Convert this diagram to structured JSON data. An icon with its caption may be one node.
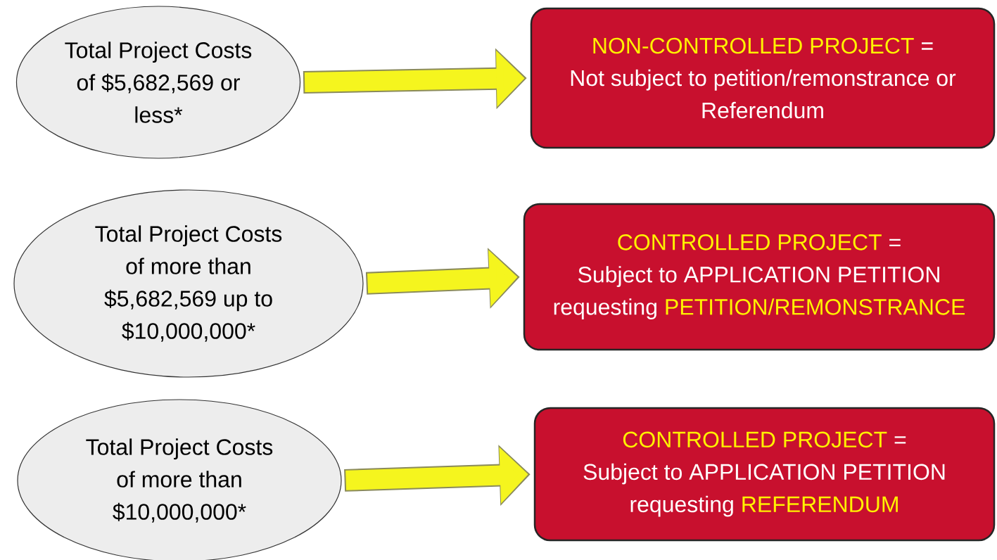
{
  "diagram": {
    "nodes": [
      {
        "text": [
          "Total Project Costs of $5,682,569 or less*"
        ]
      },
      {
        "text": [
          "Total Project Costs of more than $5,682,569 up to $10,000,000*"
        ]
      },
      {
        "text": [
          "Total Project Costs of more than $10,000,000*"
        ]
      },
      {
        "text": [
          "NON-CONTROLLED PROJECT",
          "=",
          "Not subject to petition/remonstrance or Referendum"
        ]
      },
      {
        "text": [
          "CONTROLLED PROJECT",
          "=",
          "Subject to APPLICATION PETITION requesting",
          "PETITION/REMONSTRANCE"
        ]
      },
      {
        "text": [
          "CONTROLLED PROJECT",
          "=",
          "Subject to APPLICATION PETITION requesting",
          "REFERENDUM"
        ]
      }
    ],
    "edges": [
      {
        "from": 0,
        "to": 3,
        "arrow": "to"
      },
      {
        "from": 1,
        "to": 4,
        "arrow": "to"
      },
      {
        "from": 2,
        "to": 5,
        "arrow": "to"
      }
    ]
  }
}
